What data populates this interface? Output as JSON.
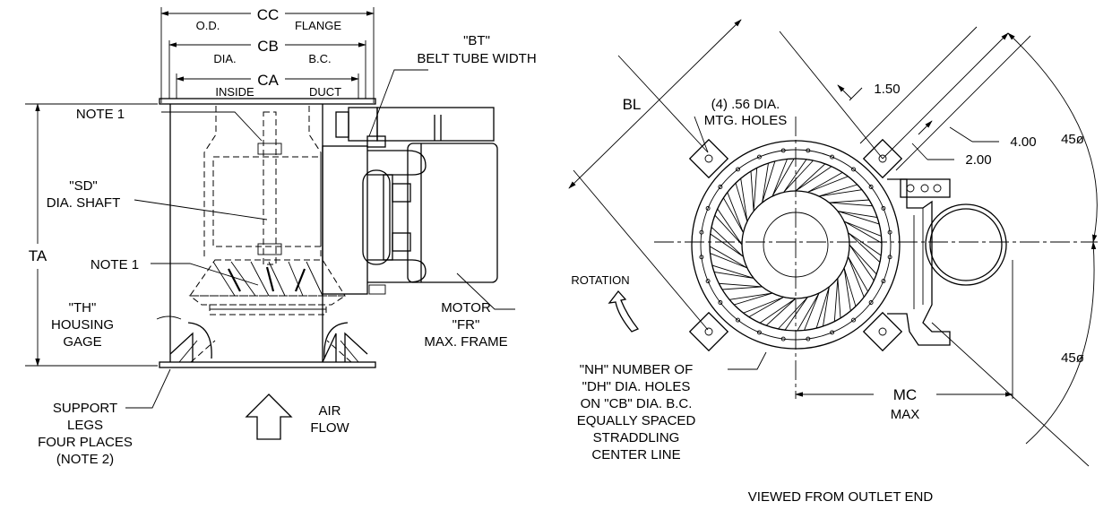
{
  "side_view": {
    "cc": "CC",
    "cc_left": "O.D.",
    "cc_right": "FLANGE",
    "cb": "CB",
    "cb_left": "DIA.",
    "cb_right": "B.C.",
    "ca": "CA",
    "ca_left": "INSIDE",
    "ca_right": "DUCT",
    "bt_1": "\"BT\"",
    "bt_2": "BELT TUBE WIDTH",
    "note1_top": "NOTE 1",
    "sd_1": "\"SD\"",
    "sd_2": "DIA. SHAFT",
    "ta": "TA",
    "note1_mid": "NOTE 1",
    "th_1": "\"TH\"",
    "th_2": "HOUSING",
    "th_3": "GAGE",
    "motor_1": "MOTOR",
    "motor_2": "\"FR\"",
    "motor_3": "MAX. FRAME",
    "support_1": "SUPPORT",
    "support_2": "LEGS",
    "support_3": "FOUR PLACES",
    "support_4": "(NOTE 2)",
    "air_1": "AIR",
    "air_2": "FLOW"
  },
  "end_view": {
    "holes_1": "(4)  .56 DIA.",
    "holes_2": "MTG.  HOLES",
    "dim_150": "1.50",
    "dim_400": "4.00",
    "dim_200": "2.00",
    "angle_top": "45ø",
    "angle_bottom": "45ø",
    "bl": "BL",
    "rotation": "ROTATION",
    "nh_1": "\"NH\" NUMBER OF",
    "nh_2": "\"DH\" DIA. HOLES",
    "nh_3": "ON \"CB\" DIA. B.C.",
    "nh_4": "EQUALLY SPACED",
    "nh_5": "STRADDLING",
    "nh_6": "CENTER LINE",
    "mc_1": "MC",
    "mc_2": "MAX",
    "caption": "VIEWED  FROM  OUTLET  END"
  }
}
